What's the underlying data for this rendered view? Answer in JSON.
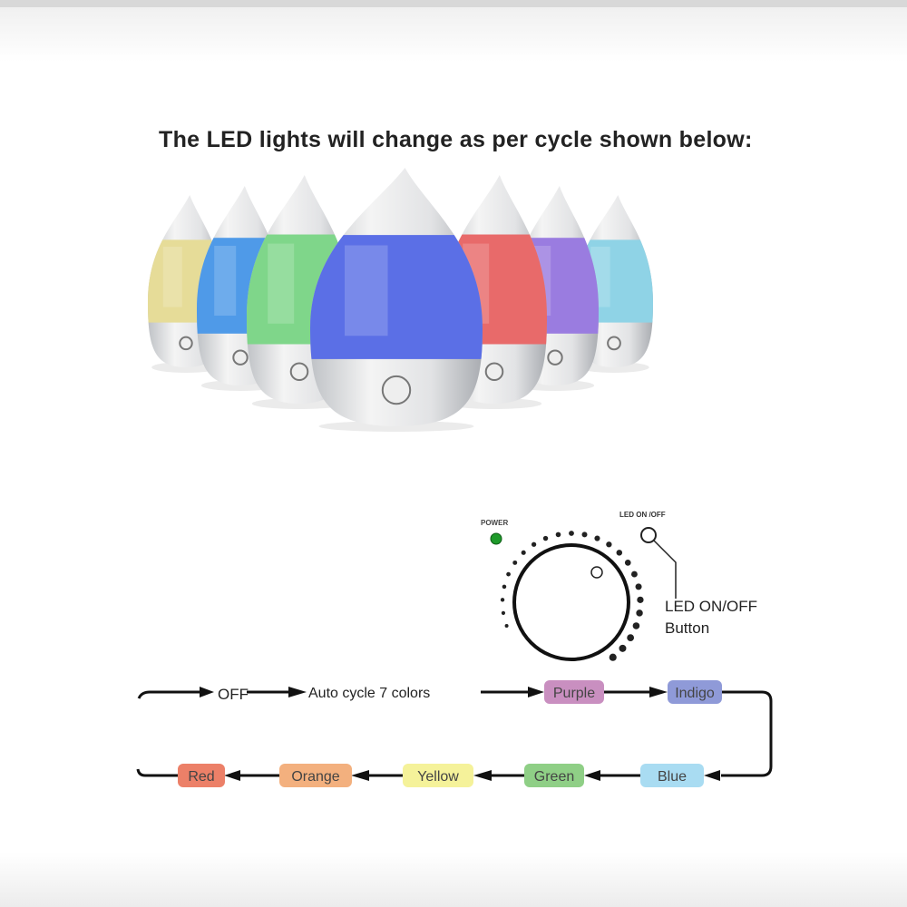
{
  "heading": "The LED lights will change as per cycle shown below:",
  "humidifier_colors": [
    "#e6dc98",
    "#4f9ae8",
    "#7fd68a",
    "#5b6fe6",
    "#e86a6a",
    "#9a7ce0",
    "#8fd3e6"
  ],
  "panel": {
    "power_label": "POWER",
    "led_label": "LED ON /OFF",
    "callout_line1": "LED ON/OFF",
    "callout_line2": "Button",
    "power_led_color": "#1e9a2a"
  },
  "flow": {
    "off": "OFF",
    "auto": "Auto cycle 7 colors",
    "steps": [
      {
        "label": "Purple",
        "color": "#c98fc0"
      },
      {
        "label": "Indigo",
        "color": "#8f9ad8"
      },
      {
        "label": "Blue",
        "color": "#a9dcf2"
      },
      {
        "label": "Green",
        "color": "#8fcf86"
      },
      {
        "label": "Yellow",
        "color": "#f5f29a"
      },
      {
        "label": "Orange",
        "color": "#f3b07e"
      },
      {
        "label": "Red",
        "color": "#ec8068"
      }
    ]
  }
}
